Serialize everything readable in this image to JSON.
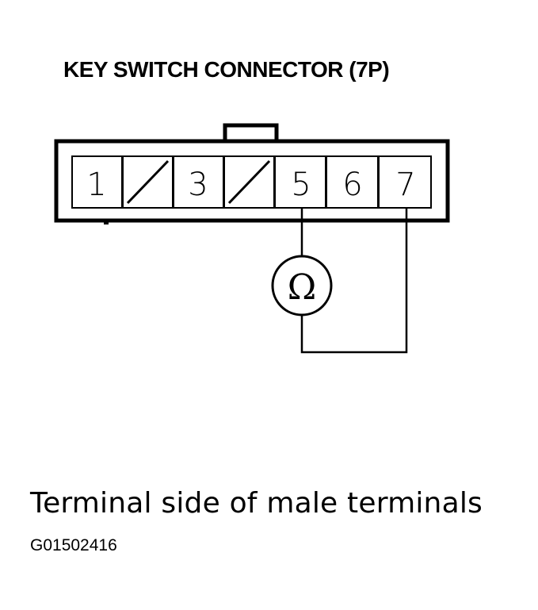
{
  "title": "KEY SWITCH CONNECTOR (7P)",
  "connector": {
    "cavities": [
      {
        "label": "1",
        "empty": false
      },
      {
        "label": "",
        "empty": true
      },
      {
        "label": "3",
        "empty": false
      },
      {
        "label": "",
        "empty": true
      },
      {
        "label": "5",
        "empty": false
      },
      {
        "label": "6",
        "empty": false
      },
      {
        "label": "7",
        "empty": false
      }
    ]
  },
  "meter": {
    "symbol": "Ω"
  },
  "caption": "Terminal side of male terminals",
  "figure_id": "G01502416"
}
